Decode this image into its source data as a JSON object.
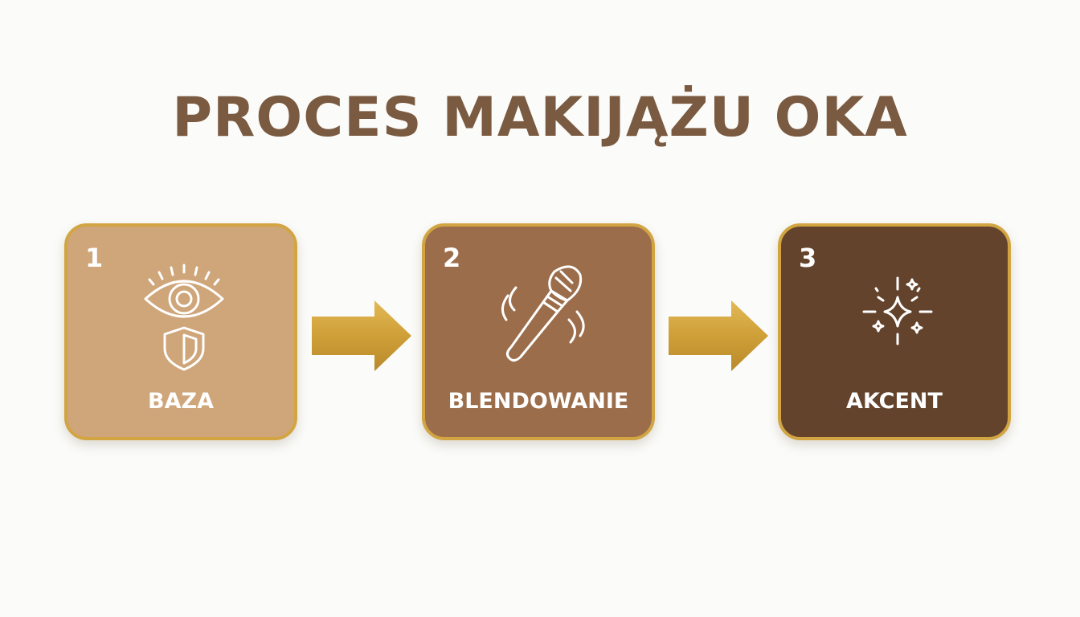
{
  "title": "PROCES MAKIJĄŻU OKA",
  "colors": {
    "title": "#7a5a40",
    "step_1_fill": "#cfa57a",
    "step_2_fill": "#9c6d4b",
    "step_3_fill": "#64432c",
    "border_gold": "#d2a542",
    "arrow_gold": "#d4a43c"
  },
  "steps": [
    {
      "number": "1",
      "label": "BAZA",
      "icon": "eye-with-shield-icon"
    },
    {
      "number": "2",
      "label": "BLENDOWANIE",
      "icon": "makeup-brush-icon"
    },
    {
      "number": "3",
      "label": "AKCENT",
      "icon": "sparkle-icon"
    }
  ],
  "connectors": [
    {
      "from": "1",
      "to": "2",
      "icon": "arrow-right-icon"
    },
    {
      "from": "2",
      "to": "3",
      "icon": "arrow-right-icon"
    }
  ]
}
